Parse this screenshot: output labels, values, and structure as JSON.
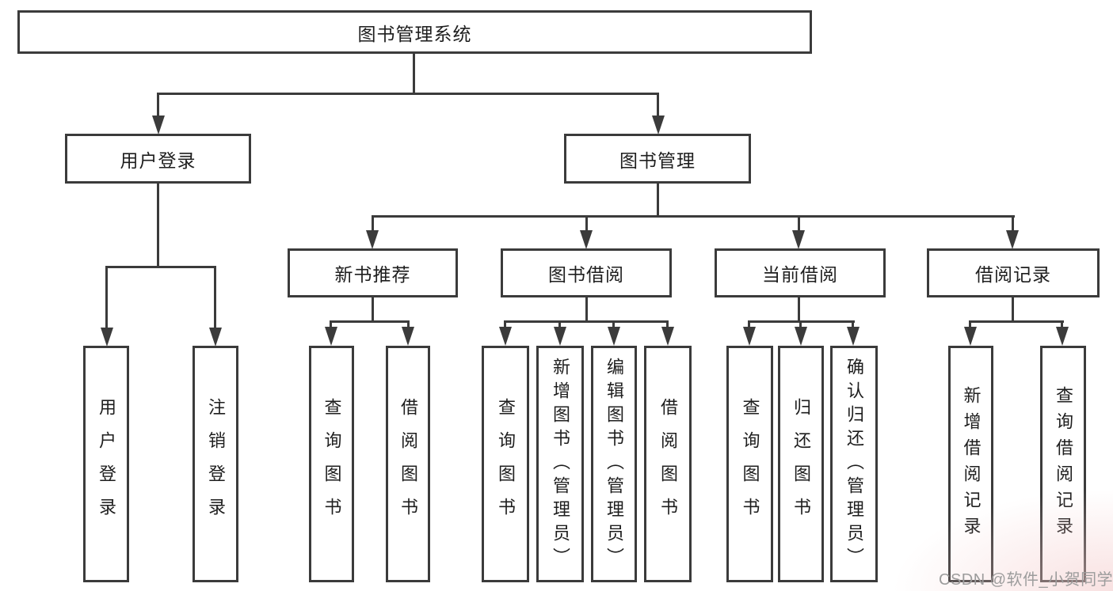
{
  "diagram": {
    "root": "图书管理系统",
    "user": {
      "label": "用户登录",
      "children": [
        "用户登录",
        "注销登录"
      ]
    },
    "book": {
      "label": "图书管理",
      "groups": {
        "recommend": {
          "label": "新书推荐",
          "children": [
            "查询图书",
            "借阅图书"
          ]
        },
        "borrow": {
          "label": "图书借阅",
          "children": [
            "查询图书",
            "新增图书（管理员）",
            "编辑图书（管理员）",
            "借阅图书"
          ]
        },
        "current": {
          "label": "当前借阅",
          "children": [
            "查询图书",
            "归还图书",
            "确认归还（管理员）"
          ]
        },
        "records": {
          "label": "借阅记录",
          "children": [
            "新增借阅记录",
            "查询借阅记录"
          ]
        }
      }
    }
  },
  "watermark": {
    "text": "CSDN @软件_小贺同学"
  },
  "colors": {
    "line": "#3b3b3b",
    "text": "#1e1e1e",
    "background": "#ffffff",
    "watermark": "#9c9c9c",
    "corner_tint": "#f3c8c8"
  }
}
